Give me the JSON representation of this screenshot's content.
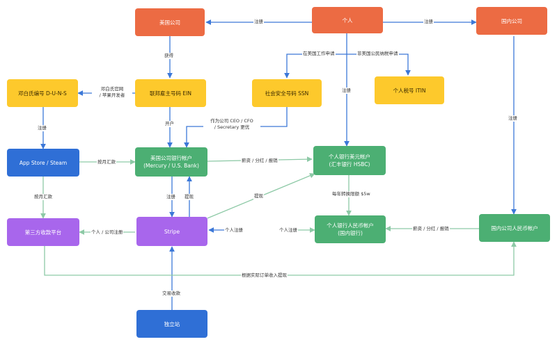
{
  "colors": {
    "orange": "#ec6b43",
    "yellow": "#fdc92c",
    "blue": "#2f6fd6",
    "green": "#4caf73",
    "purple": "#a866ec",
    "line_blue": "#3c78d8",
    "line_green": "#8dc9a6"
  },
  "nodes": {
    "us_company": "美国公司",
    "person": "个人",
    "cn_company": "国内公司",
    "duns": "邓白氏编号 D-U-N-S",
    "ein": "联邦雇主号码 EIN",
    "ssn": "社会安全号码 SSN",
    "itin": "个人税号 ITIN",
    "appstore": "App Store / Steam",
    "us_bank_line1": "美国公司银行帐户",
    "us_bank_line2": "(Mercury / U.S. Bank)",
    "usd_account_line1": "个人银行美元帐户",
    "usd_account_line2": "(汇丰银行 HSBC)",
    "third_party": "第三方收款平台",
    "stripe": "Stripe",
    "rmb_account_line1": "个人银行人民币帐户",
    "rmb_account_line2": "(国内银行)",
    "cn_rmb_account": "国内公司人民币帐户",
    "standalone": "独立站"
  },
  "labels": {
    "register_us": "注册",
    "register_cn": "注册",
    "obtain": "获得",
    "work_us": "在美国工作申请",
    "nonresident": "非美国公民纳税申请",
    "duns_line1": "邓白氏官网",
    "duns_line2": "/ 苹果开发者",
    "register_person_usd": "注册",
    "register_duns": "注册",
    "register_cn_down": "注册",
    "open_account": "开户",
    "officer_line1": "作为公司 CEO / CFO",
    "officer_line2": "/ Secretary 更优",
    "monthly_remit": "按月汇款",
    "salary_usd": "薪资 / 分红 / 报销",
    "remit_third": "按月汇款",
    "register_stripe": "注册",
    "withdraw_stripe": "提现",
    "withdraw_usd": "提现",
    "annual_limit": "每年转换限额 $5w",
    "reg_third": "个人 / 公司注册",
    "reg_stripe_person": "个人注册",
    "reg_rmb_person": "个人注册",
    "salary_rmb": "薪资 / 分红 / 报销",
    "order_withdraw": "根据实际订单收入提现",
    "trade_collect": "交易收款"
  }
}
